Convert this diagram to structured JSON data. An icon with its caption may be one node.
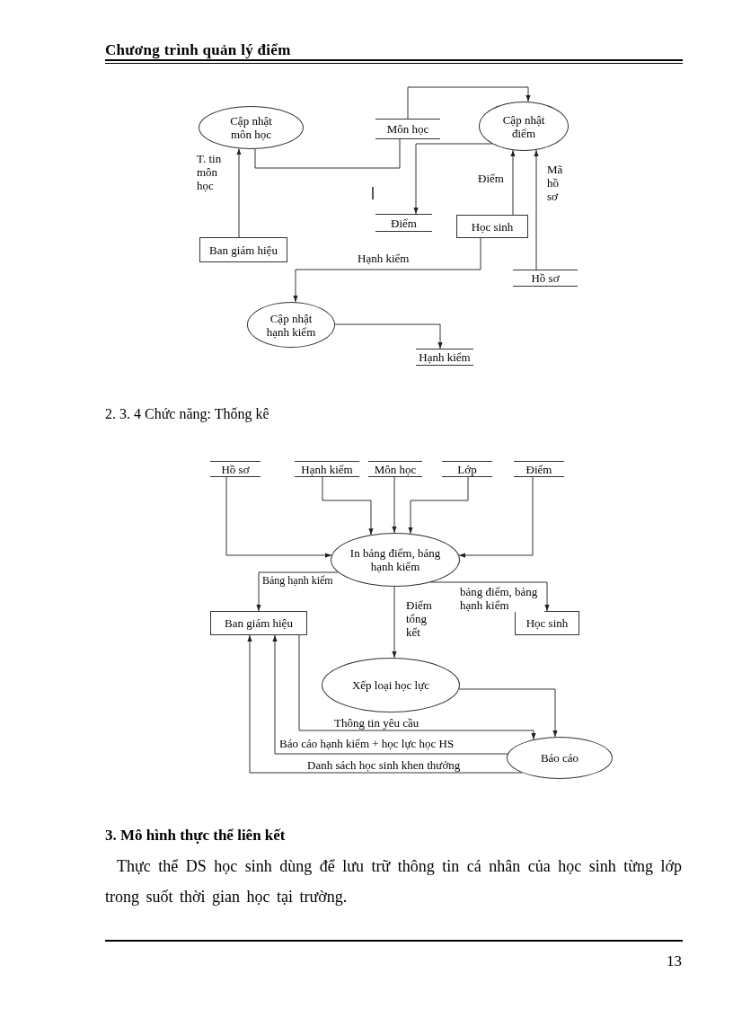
{
  "diagram": {
    "nodes": [
      {
        "text": [
          "Cập nhật môn học"
        ]
      },
      {
        "text": [
          "Môn học"
        ]
      },
      {
        "text": [
          "Cập nhật điểm"
        ]
      },
      {
        "text": [
          "Điểm"
        ]
      },
      {
        "text": [
          "Học sinh"
        ]
      },
      {
        "text": [
          "Ban giám hiệu"
        ]
      },
      {
        "text": [
          "Hồ sơ"
        ]
      },
      {
        "text": [
          "Cập nhật hạnh kiểm"
        ]
      },
      {
        "text": [
          "Hạnh kiểm"
        ]
      },
      {
        "text": [
          "Hồ sơ"
        ]
      },
      {
        "text": [
          "Hạnh kiểm"
        ]
      },
      {
        "text": [
          "Môn học"
        ]
      },
      {
        "text": [
          "Lớp"
        ]
      },
      {
        "text": [
          "Điểm"
        ]
      },
      {
        "text": [
          "In bảng điểm, bảng hạnh kiểm"
        ]
      },
      {
        "text": [
          "Ban giám hiệu"
        ]
      },
      {
        "text": [
          "Học sinh"
        ]
      },
      {
        "text": [
          "Xếp loại học lực"
        ]
      },
      {
        "text": [
          "Báo cáo"
        ]
      }
    ],
    "edges": [
      {
        "from": 1,
        "to": 2,
        "arrow": "to"
      },
      {
        "from": 0,
        "to": 1,
        "arrow": "none"
      },
      {
        "from": 5,
        "to": 0,
        "arrow": "to",
        "label": "T. tin môn học"
      },
      {
        "from": 2,
        "to": 3,
        "arrow": "to"
      },
      {
        "from": 4,
        "to": 2,
        "arrow": "to",
        "label": "Điểm"
      },
      {
        "from": 6,
        "to": 2,
        "arrow": "to",
        "label": "Mã hồ sơ"
      },
      {
        "from": 4,
        "to": 7,
        "arrow": "to",
        "label": "Hạnh kiểm"
      },
      {
        "from": 7,
        "to": 8,
        "arrow": "to"
      },
      {
        "from": 9,
        "to": 14,
        "arrow": "to"
      },
      {
        "from": 10,
        "to": 14,
        "arrow": "to"
      },
      {
        "from": 11,
        "to": 14,
        "arrow": "to"
      },
      {
        "from": 12,
        "to": 14,
        "arrow": "to"
      },
      {
        "from": 13,
        "to": 14,
        "arrow": "to"
      },
      {
        "from": 14,
        "to": 15,
        "arrow": "to",
        "label": "Bảng hạnh kiểm"
      },
      {
        "from": 14,
        "to": 16,
        "arrow": "to",
        "label": "bảng điểm, bảng hạnh kiểm"
      },
      {
        "from": 14,
        "to": 17,
        "arrow": "to",
        "label": "Điểm tổng kết"
      },
      {
        "from": 17,
        "to": 18,
        "arrow": "to"
      },
      {
        "from": 15,
        "to": 18,
        "arrow": "to",
        "label": "Thông tin yêu cầu"
      },
      {
        "from": 18,
        "to": 15,
        "arrow": "to",
        "label": "Báo cáo hạnh kiểm + học lực học HS"
      },
      {
        "from": 18,
        "to": 15,
        "arrow": "to",
        "label": "Danh sách học sinh khen thưởng"
      }
    ],
    "labels": [
      "Chương trình quản lý điểm",
      "2. 3. 4 Chức năng: Thống kê",
      "3. Mô hình thực thể liên kết",
      "Thực thể DS học sinh dùng để lưu trữ thông tin cá nhân của học sinh từng lớp trong suốt thời gian học tại trường.",
      "13"
    ]
  }
}
